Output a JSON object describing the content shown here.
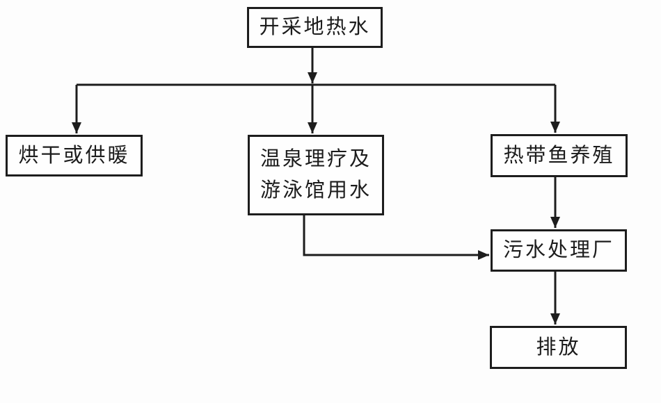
{
  "diagram": {
    "type": "flowchart",
    "language": "zh",
    "colors": {
      "line": "#1d1d1d",
      "box_border": "#1d1d1d",
      "box_fill": "#fefefe",
      "text": "#1c1c1c",
      "background": "#fdfdfd"
    },
    "nodes": [
      {
        "id": "extract-geothermal-water",
        "label": "开采地热水"
      },
      {
        "id": "drying-or-heating",
        "label": "烘干或供暖"
      },
      {
        "id": "hot-spring-therapy-and-swimming-pool-water",
        "label": "温泉理疗及\n游泳馆用水"
      },
      {
        "id": "tropical-fish-farming",
        "label": "热带鱼养殖"
      },
      {
        "id": "sewage-treatment-plant",
        "label": "污水处理厂"
      },
      {
        "id": "discharge",
        "label": "排放"
      }
    ],
    "edges": [
      {
        "from": "extract-geothermal-water",
        "to": "drying-or-heating"
      },
      {
        "from": "extract-geothermal-water",
        "to": "hot-spring-therapy-and-swimming-pool-water"
      },
      {
        "from": "extract-geothermal-water",
        "to": "tropical-fish-farming"
      },
      {
        "from": "hot-spring-therapy-and-swimming-pool-water",
        "to": "sewage-treatment-plant"
      },
      {
        "from": "tropical-fish-farming",
        "to": "sewage-treatment-plant"
      },
      {
        "from": "sewage-treatment-plant",
        "to": "discharge"
      }
    ]
  }
}
